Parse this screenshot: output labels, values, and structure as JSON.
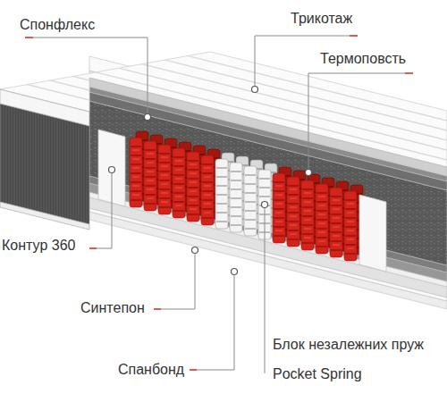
{
  "diagram": {
    "labels": [
      "Спонфлекс",
      "Трикотаж",
      "Термоповсть",
      "Контур 360",
      "Синтепон",
      "Спанбонд",
      "Блок незалежних пруж",
      "Pocket Spring"
    ]
  }
}
